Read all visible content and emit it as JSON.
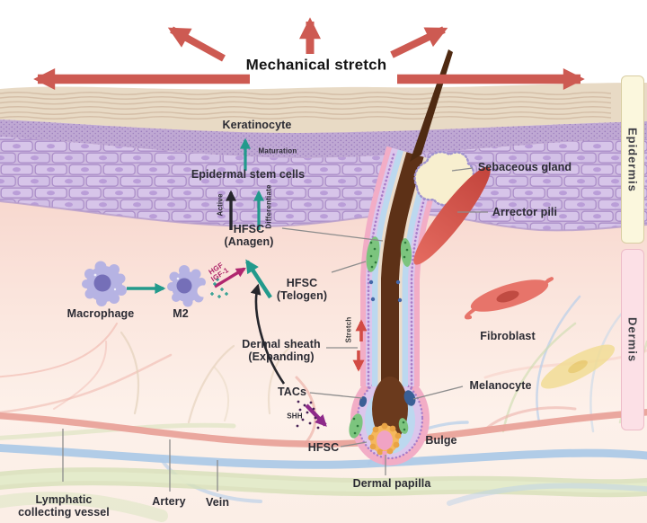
{
  "title": "Mechanical stretch",
  "labels": {
    "keratinocyte": "Keratinocyte",
    "maturation": "Maturation",
    "epidermal_stem_cells": "Epidermal stem cells",
    "active": "Active",
    "differentiate": "Differentiate",
    "hfsc_anagen": "HFSC\n(Anagen)",
    "hgf_igf1": "HGF\nIGF-1",
    "macrophage": "Macrophage",
    "m2": "M2",
    "hfsc_telogen": "HFSC\n(Telogen)",
    "dermal_sheath": "Dermal sheath\n(Expanding)",
    "stretch": "Stretch",
    "tacs": "TACs",
    "shh": "SHH",
    "hfsc": "HFSC",
    "bulge": "Bulge",
    "dermal_papilla": "Dermal papilla",
    "sebaceous_gland": "Sebaceous gland",
    "arrector_pili": "Arrector pili",
    "fibroblast": "Fibroblast",
    "melanocyte": "Melanocyte",
    "lymphatic_vessel": "Lymphatic\ncollecting vessel",
    "artery": "Artery",
    "vein": "Vein"
  },
  "layer_tags": {
    "epidermis": "Epidermis",
    "dermis": "Dermis"
  },
  "colors": {
    "stretch_arrow_red": "#cd5a52",
    "signal_teal": "#229a8c",
    "signal_magenta": "#b0276f",
    "shh_purple": "#8e2a8a",
    "epidermis_tag_bg": "#fbf7dd",
    "dermis_tag_bg": "#fce0e6"
  }
}
